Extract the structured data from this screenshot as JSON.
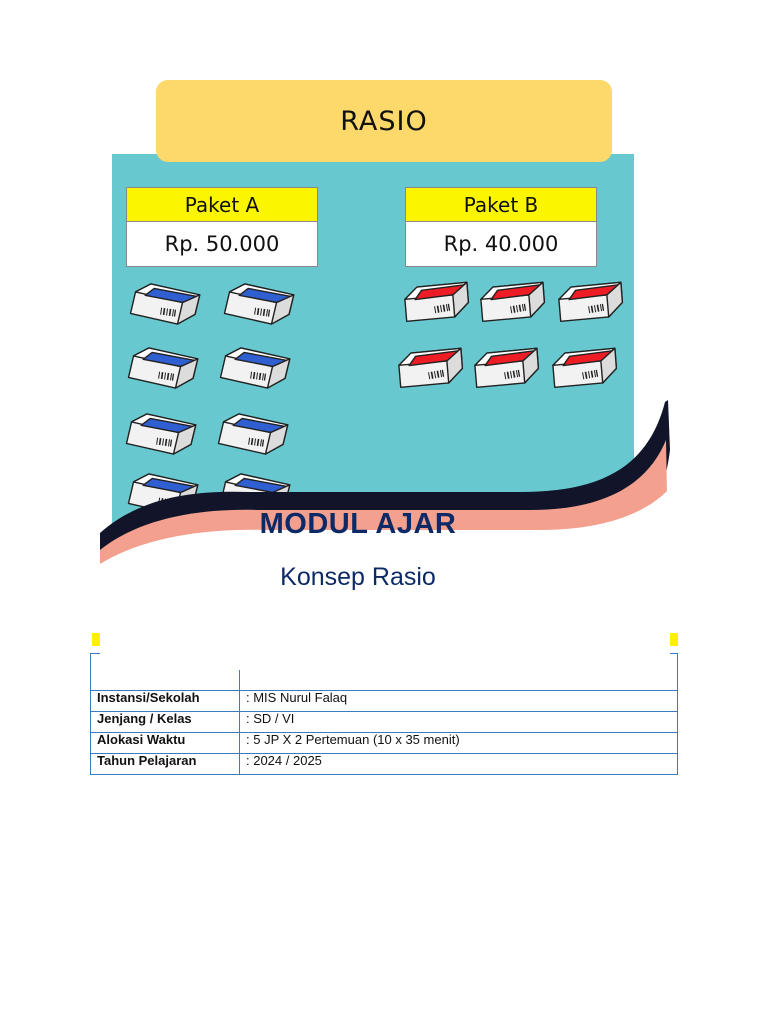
{
  "cover": {
    "banner_title": "RASIO",
    "paket_a": {
      "label": "Paket A",
      "price": "Rp. 50.000",
      "item_count": 8,
      "item_color": "#2f5fd1"
    },
    "paket_b": {
      "label": "Paket B",
      "price": "Rp. 40.000",
      "item_count": 6,
      "item_color": "#ee1c25"
    },
    "colors": {
      "banner": "#fdd86a",
      "scene": "#67c9cf",
      "wave_band": "#f3a08e",
      "wave_edge": "#12152a",
      "title": "#0e2a66"
    },
    "icon": "eraser-icon"
  },
  "module": {
    "title": "MODUL AJAR",
    "subtitle": "Konsep Rasio"
  },
  "identity_table": {
    "rows": [
      {
        "label": "",
        "value": ""
      },
      {
        "label": "Instansi/Sekolah",
        "value": ": MIS Nurul Falaq"
      },
      {
        "label": "Jenjang / Kelas",
        "value": ": SD / VI"
      },
      {
        "label": "Alokasi Waktu",
        "value": ":  5 JP X 2 Pertemuan (10  x 35 menit)"
      },
      {
        "label": "Tahun Pelajaran",
        "value": ": 2024 / 2025"
      }
    ]
  }
}
